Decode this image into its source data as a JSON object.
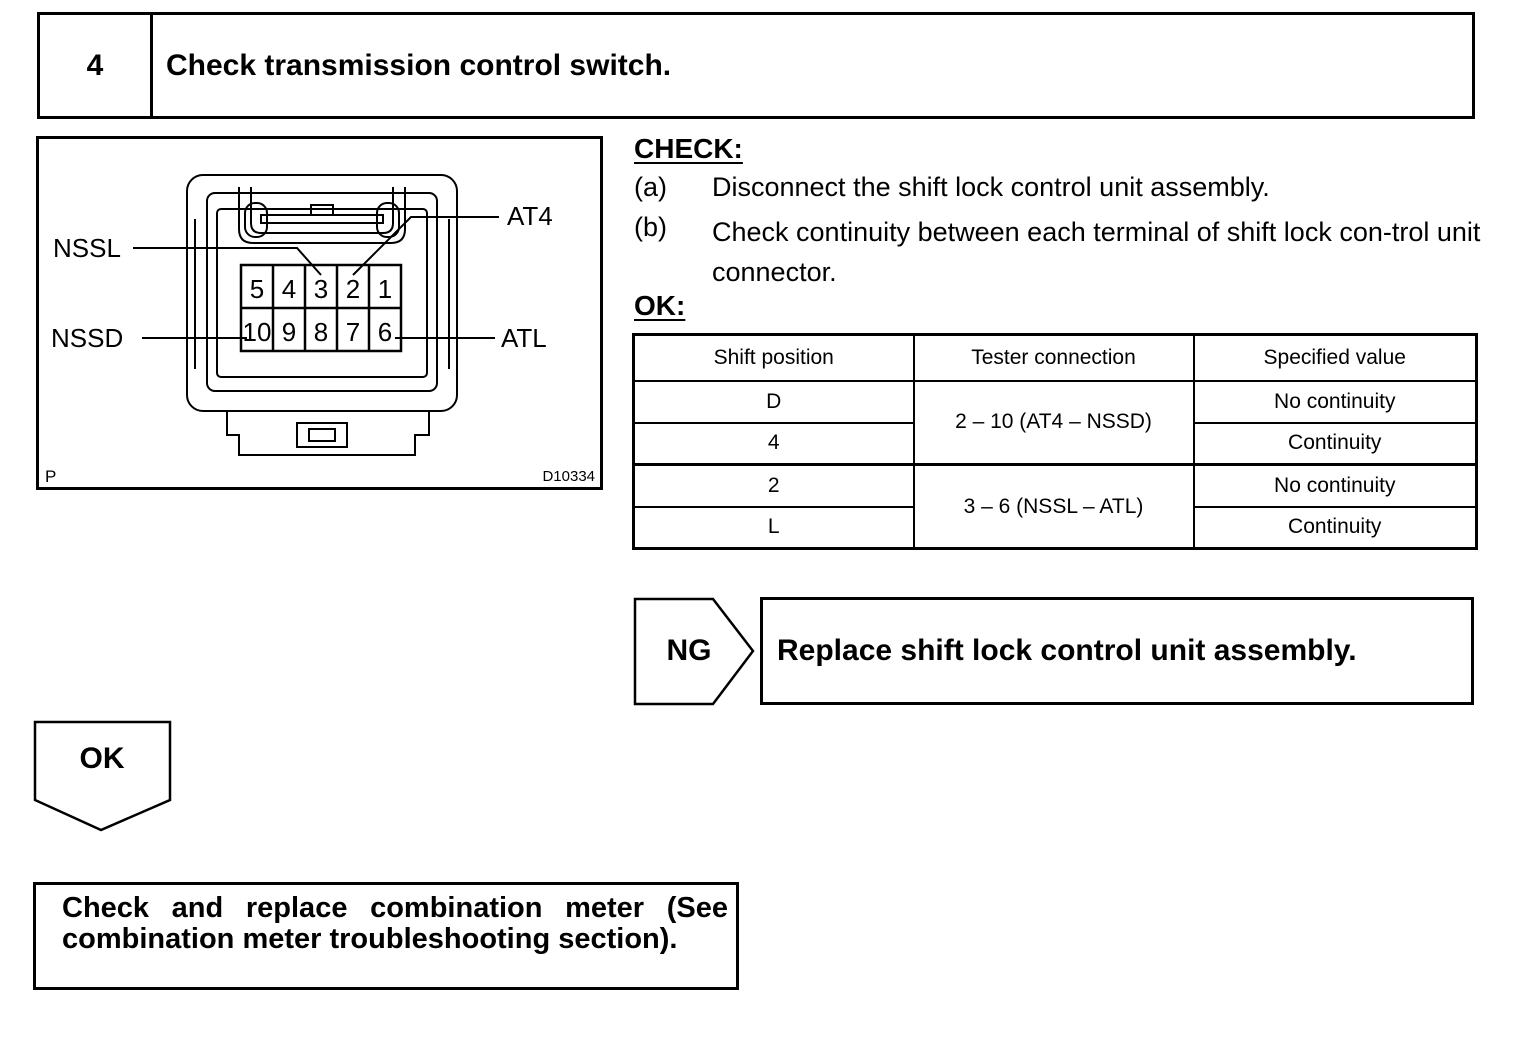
{
  "step": {
    "number": "4",
    "title": "Check transmission control switch."
  },
  "diagram": {
    "pins_top": [
      "5",
      "4",
      "3",
      "2",
      "1"
    ],
    "pins_bottom": [
      "10",
      "9",
      "8",
      "7",
      "6"
    ],
    "labels": {
      "at4": "AT4",
      "nssl": "NSSL",
      "nssd": "NSSD",
      "atl": "ATL"
    },
    "corner_left": "P",
    "corner_right": "D10334"
  },
  "check": {
    "heading": "CHECK:",
    "items": [
      {
        "tag": "(a)",
        "text": "Disconnect the shift lock control unit assembly."
      },
      {
        "tag": "(b)",
        "text": "Check continuity between each terminal of shift lock con-trol unit connector."
      }
    ]
  },
  "ok_heading": "OK:",
  "table": {
    "headers": [
      "Shift position",
      "Tester connection",
      "Specified value"
    ],
    "rows": [
      {
        "position": "D",
        "connection": "2 – 10 (AT4 – NSSD)",
        "value": "No continuity"
      },
      {
        "position": "4",
        "value": "Continuity"
      },
      {
        "position": "2",
        "connection": "3 – 6 (NSSL – ATL)",
        "value": "No continuity"
      },
      {
        "position": "L",
        "value": "Continuity"
      }
    ]
  },
  "ng": {
    "label": "NG",
    "action": "Replace shift lock control unit assembly."
  },
  "ok": {
    "label": "OK"
  },
  "final": {
    "text": "Check and replace combination meter (See combination meter troubleshooting section)."
  }
}
